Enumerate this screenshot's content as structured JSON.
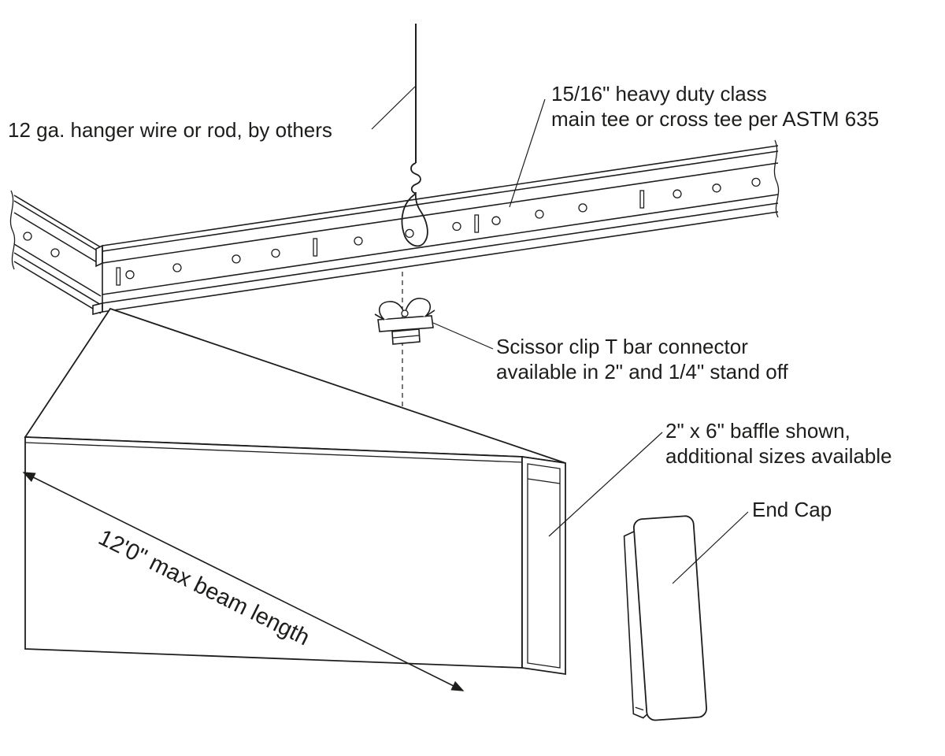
{
  "diagram": {
    "title_hint": "ceiling baffle suspension detail",
    "colors": {
      "line": "#1d1d1b",
      "background": "#ffffff"
    },
    "labels": {
      "hanger_wire": "12 ga. hanger wire or rod, by others",
      "tee_line1": "15/16\" heavy duty class",
      "tee_line2": "main tee or cross tee per ASTM 635",
      "clip_line1": "Scissor clip T bar connector",
      "clip_line2": "available in 2\" and 1/4\" stand off",
      "baffle_line1": "2\" x 6\" baffle shown,",
      "baffle_line2": "additional sizes available",
      "end_cap": "End Cap",
      "beam_length": "12'0\" max beam length"
    }
  }
}
